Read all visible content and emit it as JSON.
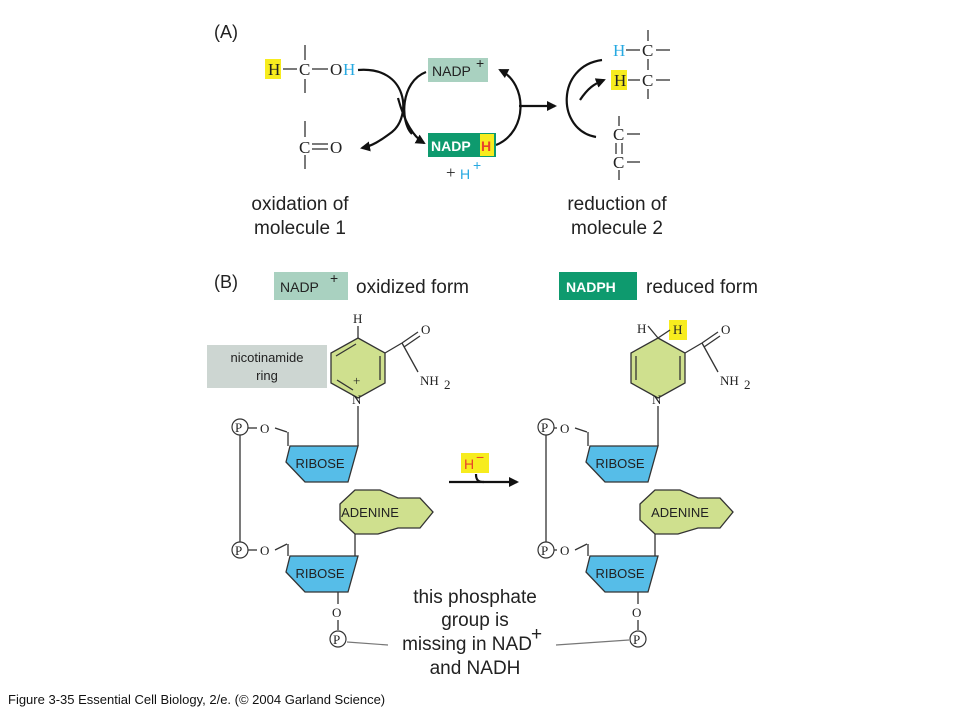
{
  "panel_a": {
    "label": "(A)",
    "oxidation_caption": [
      "oxidation of",
      "molecule 1"
    ],
    "reduction_caption": [
      "reduction of",
      "molecule 2"
    ],
    "nadp_plus": "NADP",
    "nadp_plus_sup": "+",
    "nadph_main": "NADP",
    "nadph_h": "H",
    "plus": "+",
    "proton": "H",
    "proton_sup": "+",
    "mol1_top": {
      "h_left": "H",
      "c": "C",
      "o": "O",
      "h_right": "H"
    },
    "mol1_bottom": {
      "c": "C",
      "o": "O"
    },
    "mol2_top": {
      "h1": "H",
      "c1": "C",
      "h2": "H",
      "c2": "C"
    },
    "mol2_bottom": {
      "c1": "C",
      "c2": "C"
    }
  },
  "panel_b": {
    "label": "(B)",
    "nadp_plus_tag": "NADP",
    "nadp_plus_tag_sup": "+",
    "oxidized_label": "oxidized form",
    "nadph_tag": "NADPH",
    "reduced_label": "reduced form",
    "nicotinamide_label": [
      "nicotinamide",
      "ring"
    ],
    "hydride": "H",
    "hydride_sup": "−",
    "phosphate_note": [
      "this phosphate",
      "group is",
      "missing in NAD",
      "and NADH"
    ],
    "phosphate_note_sup": "+",
    "ribose": "RIBOSE",
    "adenine": "ADENINE",
    "p": "P",
    "o": "O",
    "h": "H",
    "n": "N",
    "plus_charge": "+",
    "nh2": "NH",
    "nh2_sub": "2"
  },
  "footer": "Figure 3-35  Essential Cell Biology, 2/e. (© 2004 Garland Science)",
  "colors": {
    "nadp_plus_bg": "#a9d1c0",
    "nadph_bg": "#0e9a6e",
    "highlight_yellow": "#f7ec1e",
    "ribose_blue": "#56bde8",
    "ring_green": "#cfe08e",
    "nicotinamide_box": "#cdd6d2",
    "hydrogen_blue": "#27a9e1"
  }
}
